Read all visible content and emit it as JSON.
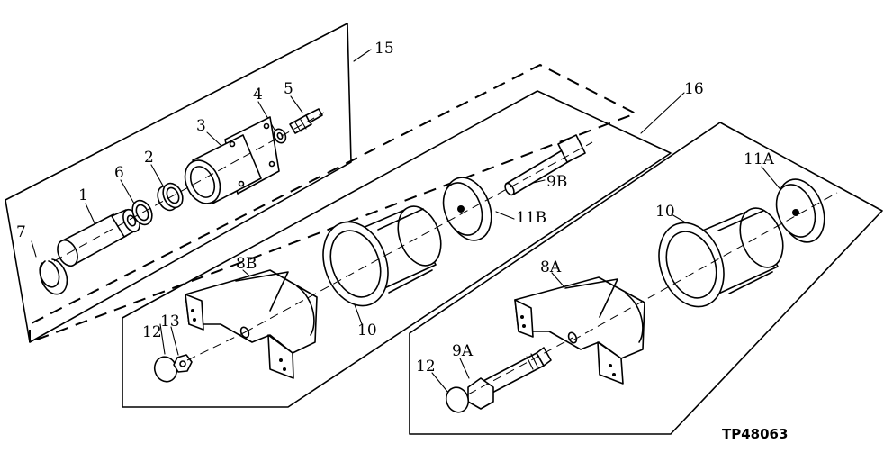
{
  "diagram": {
    "reference": "TP48063",
    "callouts": {
      "c1": "1",
      "c2": "2",
      "c3": "3",
      "c4": "4",
      "c5": "5",
      "c6": "6",
      "c7": "7",
      "c8a": "8A",
      "c8b": "8B",
      "c9a": "9A",
      "c9b": "9B",
      "c10a": "10",
      "c10b": "10",
      "c11a": "11A",
      "c11b": "11B",
      "c12a": "12",
      "c12b": "12",
      "c13": "13",
      "c15": "15",
      "c16": "16"
    }
  }
}
